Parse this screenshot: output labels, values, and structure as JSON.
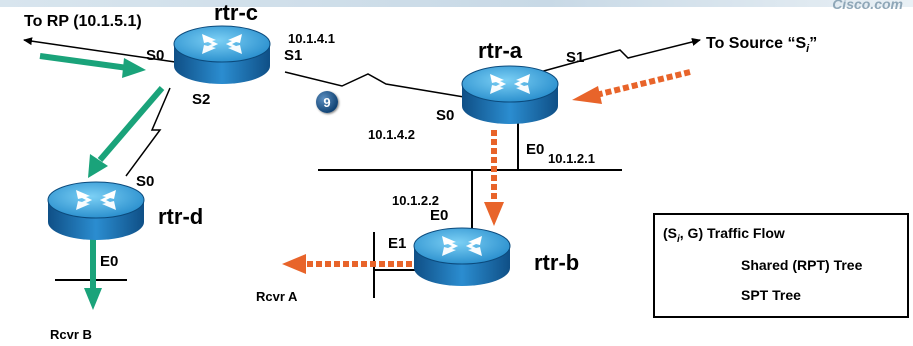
{
  "brand": "Cisco.com",
  "routers": {
    "rtr_c": "rtr-c",
    "rtr_a": "rtr-a",
    "rtr_d": "rtr-d",
    "rtr_b": "rtr-b"
  },
  "interfaces": {
    "rtr_c_s0": "S0",
    "rtr_c_s1": "S1",
    "rtr_c_s2": "S2",
    "rtr_a_s1": "S1",
    "rtr_a_s0": "S0",
    "rtr_a_e0": "E0",
    "rtr_d_s0": "S0",
    "rtr_d_e0": "E0",
    "rtr_b_e0": "E0",
    "rtr_b_e1": "E1"
  },
  "ip_addresses": {
    "rtr_c_s1": "10.1.4.1",
    "rtr_a_s0": "10.1.4.2",
    "rtr_a_e0": "10.1.2.1",
    "rtr_b_e0": "10.1.2.2"
  },
  "destinations": {
    "to_rp": "To RP (10.1.5.1)",
    "to_source_prefix": "To Source “S",
    "to_source_sub": "i",
    "to_source_suffix": "”"
  },
  "receivers": {
    "rcvr_a": "Rcvr  A",
    "rcvr_b": "Rcvr  B"
  },
  "step_badge": "9",
  "legend": {
    "title_prefix": "(S",
    "title_sub": "i",
    "title_suffix": ", G) Traffic Flow",
    "shared_tree": "Shared (RPT) Tree",
    "spt_tree": "SPT Tree"
  },
  "colors": {
    "shared_tree": "#1aa37a",
    "spt_tree": "#e8642a",
    "router_body": "#1a6fb0",
    "router_top": "#40a8e0"
  }
}
